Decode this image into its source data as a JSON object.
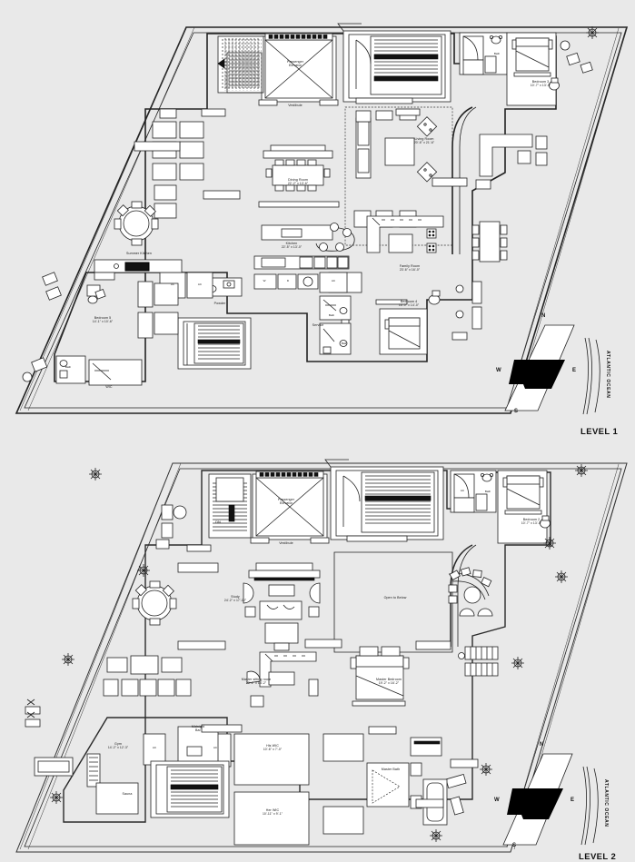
{
  "document": {
    "type": "architectural-floor-plan",
    "background_color": "#e9e9e9",
    "line_color": "#1a1a1a",
    "levels": 2
  },
  "level1": {
    "title": "LEVEL 1",
    "compass": {
      "north": "N",
      "east": "E",
      "south": "S",
      "west": "W"
    },
    "ocean_label": "ATLANTIC OCEAN",
    "rooms": [
      {
        "name": "Vestibule",
        "dim": ""
      },
      {
        "name": "Passenger",
        "name2": "Elevator",
        "dim": ""
      },
      {
        "name": "Dining Room",
        "dim": "22'-2\" x 13'-6\""
      },
      {
        "name": "Living Room",
        "dim": "20'-6\" x 21'-6\""
      },
      {
        "name": "Kitchen",
        "dim": "22'-5\" x 13'-0\""
      },
      {
        "name": "Family Room",
        "dim": "23'-6\" x 16'-0\""
      },
      {
        "name": "Bedroom 3",
        "dim": "10'-7\" x 13'-0\""
      },
      {
        "name": "Bedroom 4",
        "dim": "16'-0\" x 14'-0\""
      },
      {
        "name": "Bedroom 5",
        "dim": "14'-1\" x 10'-6\""
      },
      {
        "name": "Summer Kitchen",
        "dim": ""
      },
      {
        "name": "Powder",
        "dim": ""
      },
      {
        "name": "Service",
        "dim": ""
      },
      {
        "name": "WIC",
        "dim": ""
      }
    ],
    "small_labels": [
      "AC",
      "AC",
      "AC",
      "Bath",
      "Bath",
      "Bath",
      "W",
      "D"
    ]
  },
  "level2": {
    "title": "LEVEL 2",
    "compass": {
      "north": "N",
      "east": "E",
      "south": "S",
      "west": "W"
    },
    "ocean_label": "ATLANTIC OCEAN",
    "rooms": [
      {
        "name": "Vestibule",
        "dim": ""
      },
      {
        "name": "Passenger",
        "name2": "Elevator",
        "dim": ""
      },
      {
        "name": "Study",
        "dim": "24'-2\" x 17'-12\""
      },
      {
        "name": "Open to Below",
        "dim": ""
      },
      {
        "name": "Master sitting room",
        "dim": "23'-2\" x 14'-2\""
      },
      {
        "name": "Master Bedroom",
        "dim": "19'-2\" x 16'-2\""
      },
      {
        "name": "Bedroom 2",
        "dim": "10'-7\" x 13'-0\""
      },
      {
        "name": "His WIC",
        "dim": "10'-6\" x 7'-0\""
      },
      {
        "name": "Her WIC",
        "dim": "10'-11\" x 9'-1\""
      },
      {
        "name": "Master Bath",
        "dim": ""
      },
      {
        "name": "Gym",
        "dim": "14'-2\" x 12'-3\""
      },
      {
        "name": "Sauna",
        "dim": ""
      },
      {
        "name": "Midnight",
        "name2": "Bar",
        "dim": ""
      }
    ],
    "small_labels": [
      "AC",
      "AC",
      "AC",
      "Bath",
      "DN"
    ]
  }
}
